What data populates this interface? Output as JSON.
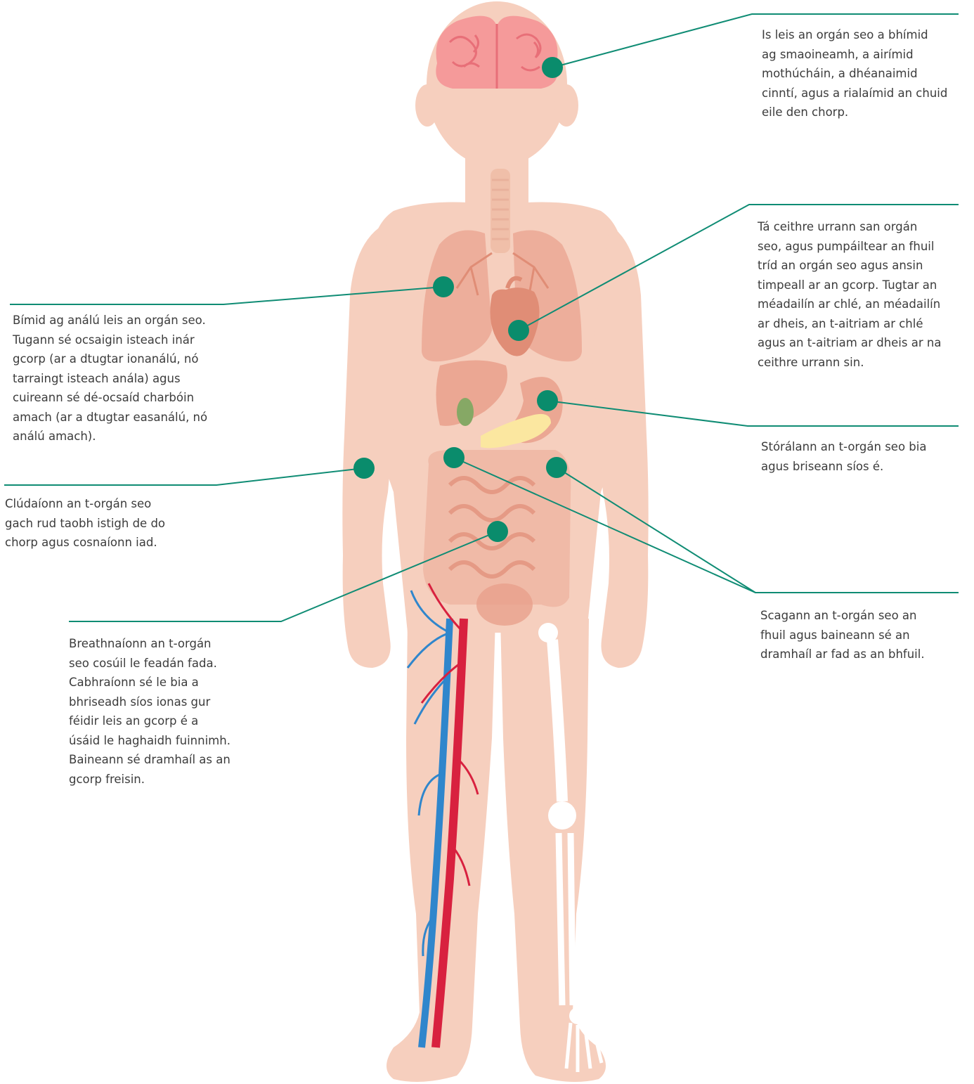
{
  "colors": {
    "leader": "#0f8c74",
    "marker": "#0a8c6c",
    "skin": "#f6cfbe",
    "skin_shadow": "#f0bfa9",
    "organ": "#e9a08c",
    "organ_dark": "#e08d76",
    "brain": "#f59a9a",
    "brain_line": "#e86f78",
    "gall": "#86a865",
    "pancreas": "#fbe7a0",
    "artery": "#d8213f",
    "vein": "#2f86cc",
    "bone": "#ffffff",
    "text": "#3c3c3c"
  },
  "callouts": {
    "brain": "Is leis an orgán seo a bhímid\nag smaoineamh, a airímid\nmothúcháin, a dhéanaimid\ncinntí, agus a rialaímid an chuid\neile den chorp.",
    "heart": "Tá ceithre urrann san orgán\nseo, agus pumpáiltear an fhuil\ntríd an orgán seo agus ansin\ntimpeall ar an gcorp. Tugtar an\nméadailín ar chlé, an méadailín\nar dheis, an t-aitriam ar chlé\nagus an t-aitriam ar dheis ar na\nceithre urrann sin.",
    "lungs": "Bímid ag análú leis an orgán seo.\nTugann sé ocsaigin isteach inár\ngcorp (ar a dtugtar ionanálú, nó\ntarraingt isteach anála) agus\ncuireann sé dé-ocsaíd charbóin\namach (ar a dtugtar easanálú, nó\nanálú amach).",
    "stomach": "Stórálann an t-orgán seo bia\nagus briseann síos é.",
    "skin": "Clúdaíonn an t-orgán seo\ngach rud taobh istigh de do\nchorp agus cosnaíonn iad.",
    "kidneys": "Scagann an t-orgán seo an\nfhuil agus baineann sé an\ndramhaíl ar fad as an bhfuil.",
    "intestine": "Breathnaíonn an t-orgán\nseo cosúil le feadán fada.\nCabhraíonn sé le bia a\nbhriseadh síos ionas gur\nféidir leis an gcorp é a\núsáid le haghaidh fuinnimh.\nBaineann sé dramhaíl as an\ngcorp freisin."
  }
}
